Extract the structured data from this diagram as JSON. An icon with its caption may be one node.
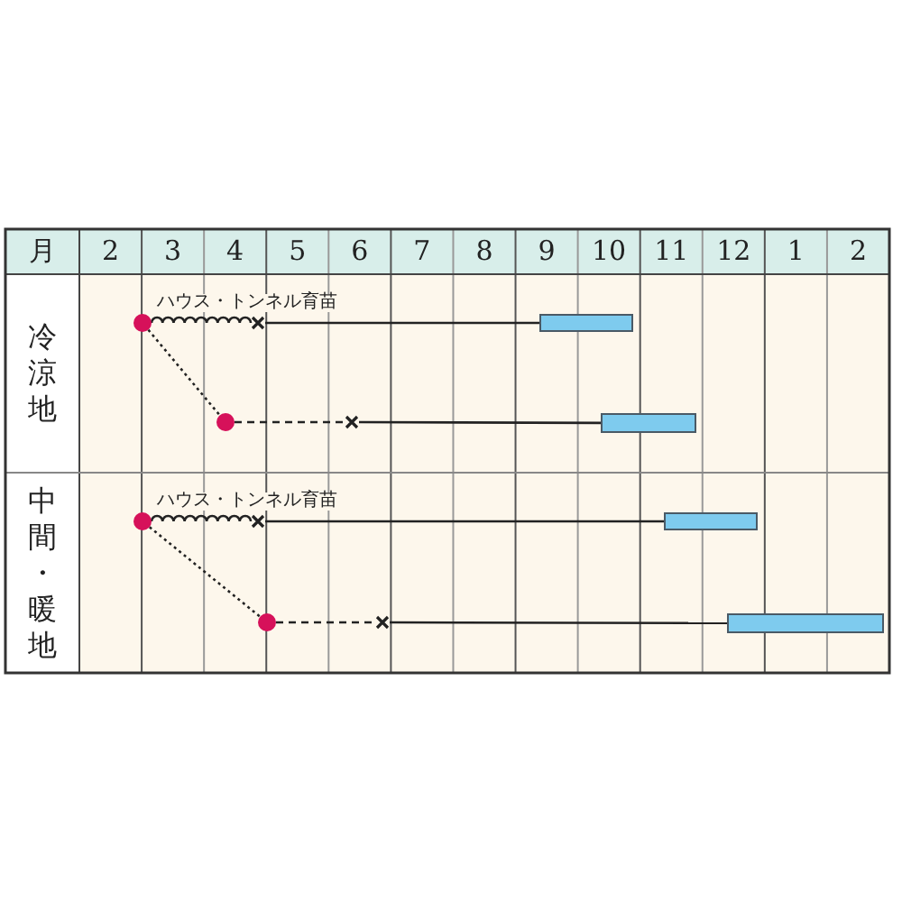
{
  "diagram": {
    "nodes": [
      {
        "text": [],
        "shape": "circle"
      },
      {
        "text": [],
        "shape": "cross"
      },
      {
        "text": [],
        "shape": "bar"
      },
      {
        "text": [],
        "shape": "circle"
      },
      {
        "text": [],
        "shape": "cross"
      },
      {
        "text": [],
        "shape": "bar"
      },
      {
        "text": [],
        "shape": "circle"
      },
      {
        "text": [],
        "shape": "cross"
      },
      {
        "text": [],
        "shape": "bar"
      },
      {
        "text": [],
        "shape": "circle"
      },
      {
        "text": [],
        "shape": "cross"
      },
      {
        "text": [],
        "shape": "bar"
      }
    ],
    "edges": [
      {
        "from": 0,
        "to": 1,
        "arrow": "none",
        "label": "ハウス・トンネル育苗"
      },
      {
        "from": 1,
        "to": 2,
        "arrow": "none"
      },
      {
        "from": 0,
        "to": 3,
        "arrow": "none",
        "style": "dashed"
      },
      {
        "from": 3,
        "to": 4,
        "arrow": "none",
        "style": "dashed"
      },
      {
        "from": 4,
        "to": 5,
        "arrow": "none"
      },
      {
        "from": 6,
        "to": 7,
        "arrow": "none",
        "label": "ハウス・トンネル育苗"
      },
      {
        "from": 7,
        "to": 8,
        "arrow": "none"
      },
      {
        "from": 6,
        "to": 9,
        "arrow": "none",
        "style": "dashed"
      },
      {
        "from": 9,
        "to": 10,
        "arrow": "none",
        "style": "dashed"
      },
      {
        "from": 10,
        "to": 11,
        "arrow": "none"
      }
    ],
    "labels": [
      "月",
      "2",
      "3",
      "4",
      "5",
      "6",
      "7",
      "8",
      "9",
      "10",
      "11",
      "12",
      "1",
      "2",
      "冷涼地",
      "中間・暖地"
    ]
  }
}
